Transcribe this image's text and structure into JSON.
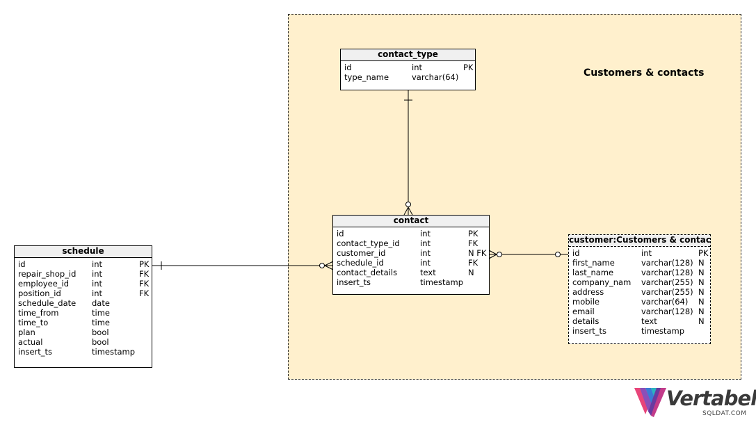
{
  "area": {
    "title": "Customers & contacts",
    "fill": "#fff0cd"
  },
  "tables": {
    "contact_type": {
      "name": "contact_type",
      "rows": [
        {
          "col": "id",
          "type": "int",
          "flag": "PK"
        },
        {
          "col": "type_name",
          "type": "varchar(64)",
          "flag": ""
        }
      ]
    },
    "contact": {
      "name": "contact",
      "rows": [
        {
          "col": "id",
          "type": "int",
          "flag": "PK"
        },
        {
          "col": "contact_type_id",
          "type": "int",
          "flag": "FK"
        },
        {
          "col": "customer_id",
          "type": "int",
          "flag": "N FK"
        },
        {
          "col": "schedule_id",
          "type": "int",
          "flag": "FK"
        },
        {
          "col": "contact_details",
          "type": "text",
          "flag": "N"
        },
        {
          "col": "insert_ts",
          "type": "timestamp",
          "flag": ""
        }
      ]
    },
    "schedule": {
      "name": "schedule",
      "rows": [
        {
          "col": "id",
          "type": "int",
          "flag": "PK"
        },
        {
          "col": "repair_shop_id",
          "type": "int",
          "flag": "FK"
        },
        {
          "col": "employee_id",
          "type": "int",
          "flag": "FK"
        },
        {
          "col": "position_id",
          "type": "int",
          "flag": "FK"
        },
        {
          "col": "schedule_date",
          "type": "date",
          "flag": ""
        },
        {
          "col": "time_from",
          "type": "time",
          "flag": ""
        },
        {
          "col": "time_to",
          "type": "time",
          "flag": ""
        },
        {
          "col": "plan",
          "type": "bool",
          "flag": ""
        },
        {
          "col": "actual",
          "type": "bool",
          "flag": ""
        },
        {
          "col": "insert_ts",
          "type": "timestamp",
          "flag": ""
        }
      ]
    },
    "customer": {
      "name": "customer:Customers & contac",
      "rows": [
        {
          "col": "id",
          "type": "int",
          "flag": "PK"
        },
        {
          "col": "first_name",
          "type": "varchar(128)",
          "flag": "N"
        },
        {
          "col": "last_name",
          "type": "varchar(128)",
          "flag": "N"
        },
        {
          "col": "company_nam",
          "type": "varchar(255)",
          "flag": "N"
        },
        {
          "col": "address",
          "type": "varchar(255)",
          "flag": "N"
        },
        {
          "col": "mobile",
          "type": "varchar(64)",
          "flag": "N"
        },
        {
          "col": "email",
          "type": "varchar(128)",
          "flag": "N"
        },
        {
          "col": "details",
          "type": "text",
          "flag": "N"
        },
        {
          "col": "insert_ts",
          "type": "timestamp",
          "flag": ""
        }
      ]
    }
  },
  "logo": {
    "text": "Vertabelo",
    "sub": "SQLDAT.COM"
  }
}
